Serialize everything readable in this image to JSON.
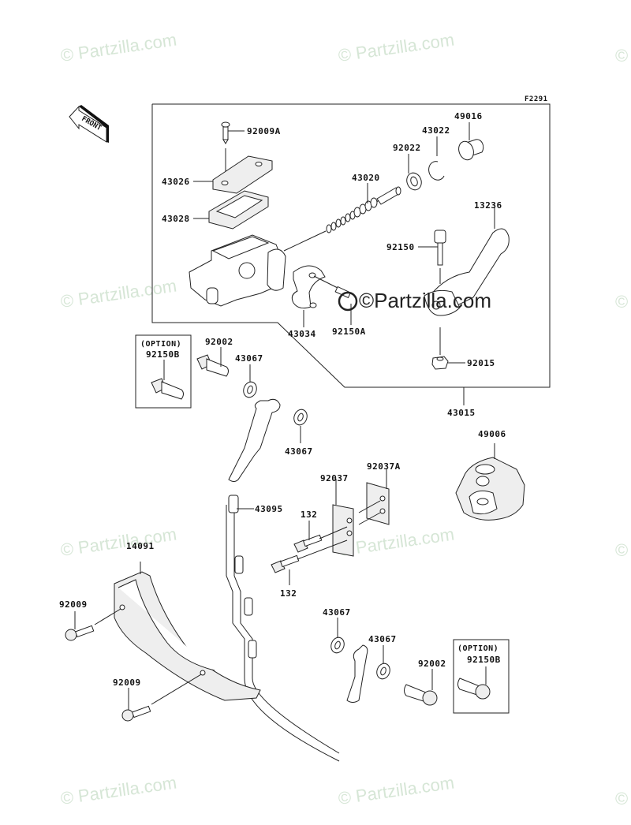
{
  "diagram": {
    "figure_code": "F2291",
    "front_indicator": "FRONT",
    "watermark": "© Partzilla.com",
    "center_watermark": "©Partzilla.com",
    "labels": {
      "p92009A": "92009A",
      "p43026": "43026",
      "p43028": "43028",
      "p43020": "43020",
      "p92022": "92022",
      "p43022": "43022",
      "p49016": "49016",
      "p13236": "13236",
      "p92150": "92150",
      "p43034": "43034",
      "p92150A": "92150A",
      "p92015": "92015",
      "p43015": "43015",
      "opt1_title": "(OPTION)",
      "opt1_part": "92150B",
      "p92002_a": "92002",
      "p43067_a": "43067",
      "p43067_b": "43067",
      "p49006": "49006",
      "p92037": "92037",
      "p92037A": "92037A",
      "p43095": "43095",
      "p132_a": "132",
      "p132_b": "132",
      "p14091": "14091",
      "p92009_a": "92009",
      "p92009_b": "92009",
      "p43067_c": "43067",
      "p43067_d": "43067",
      "p92002_b": "92002",
      "opt2_title": "(OPTION)",
      "opt2_part": "92150B"
    }
  }
}
